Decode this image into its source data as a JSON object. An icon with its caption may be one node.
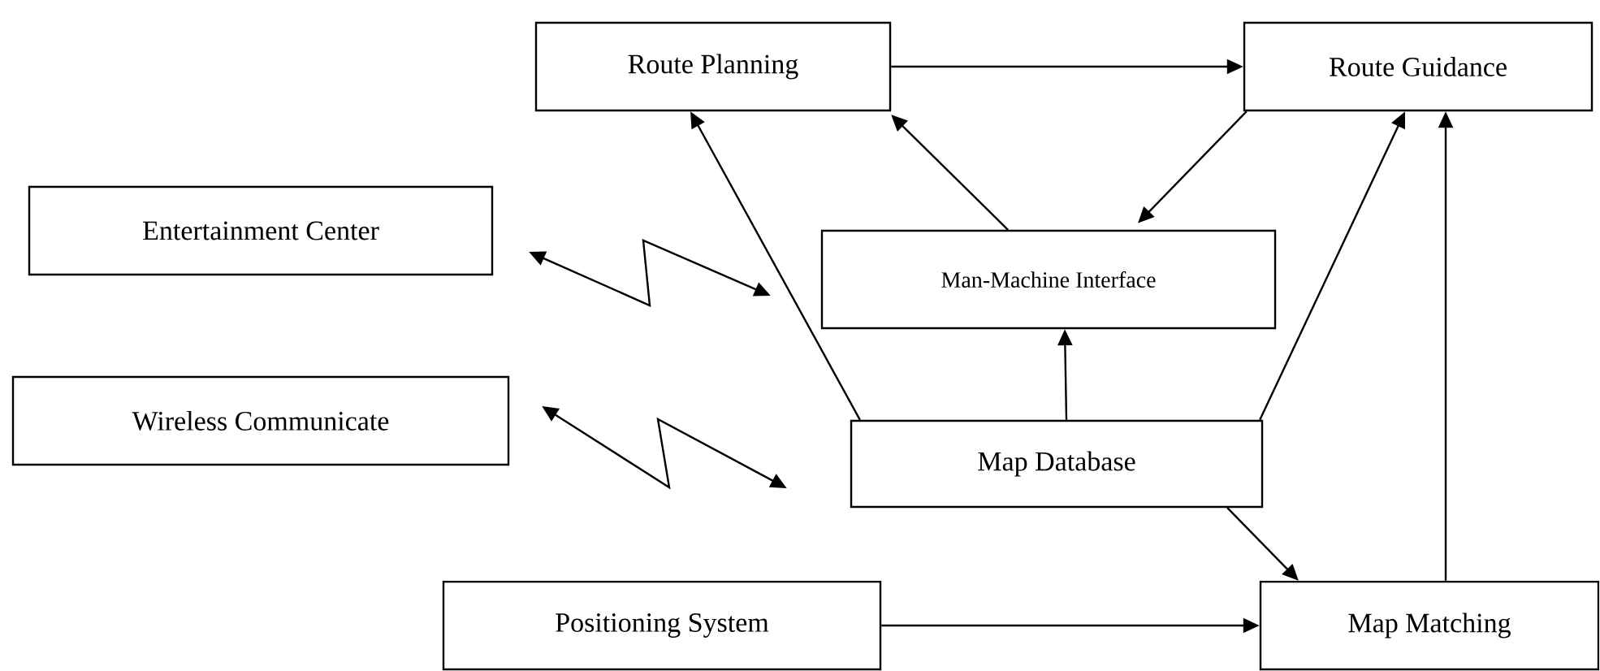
{
  "diagram": {
    "nodes": [
      {
        "text": [
          "Route Planning"
        ]
      },
      {
        "text": [
          "Route Guidance"
        ]
      },
      {
        "text": [
          "Entertainment Center"
        ]
      },
      {
        "text": [
          "Man-Machine Interface"
        ]
      },
      {
        "text": [
          "Wireless Communicate"
        ]
      },
      {
        "text": [
          "Map Database"
        ]
      },
      {
        "text": [
          "Positioning System"
        ]
      },
      {
        "text": [
          "Map Matching"
        ]
      }
    ],
    "edges": [
      {
        "from": 0,
        "to": 1,
        "arrow": "to"
      },
      {
        "from": 5,
        "to": 0,
        "arrow": "to"
      },
      {
        "from": 3,
        "to": 0,
        "arrow": "to"
      },
      {
        "from": 1,
        "to": 3,
        "arrow": "to"
      },
      {
        "from": 5,
        "to": 3,
        "arrow": "to"
      },
      {
        "from": 5,
        "to": 1,
        "arrow": "to"
      },
      {
        "from": 7,
        "to": 1,
        "arrow": "to"
      },
      {
        "from": 5,
        "to": 7,
        "arrow": "to"
      },
      {
        "from": 6,
        "to": 7,
        "arrow": "to"
      },
      {
        "from": 2,
        "to": 3,
        "arrow": "both"
      },
      {
        "from": 4,
        "to": 5,
        "arrow": "both"
      }
    ]
  }
}
